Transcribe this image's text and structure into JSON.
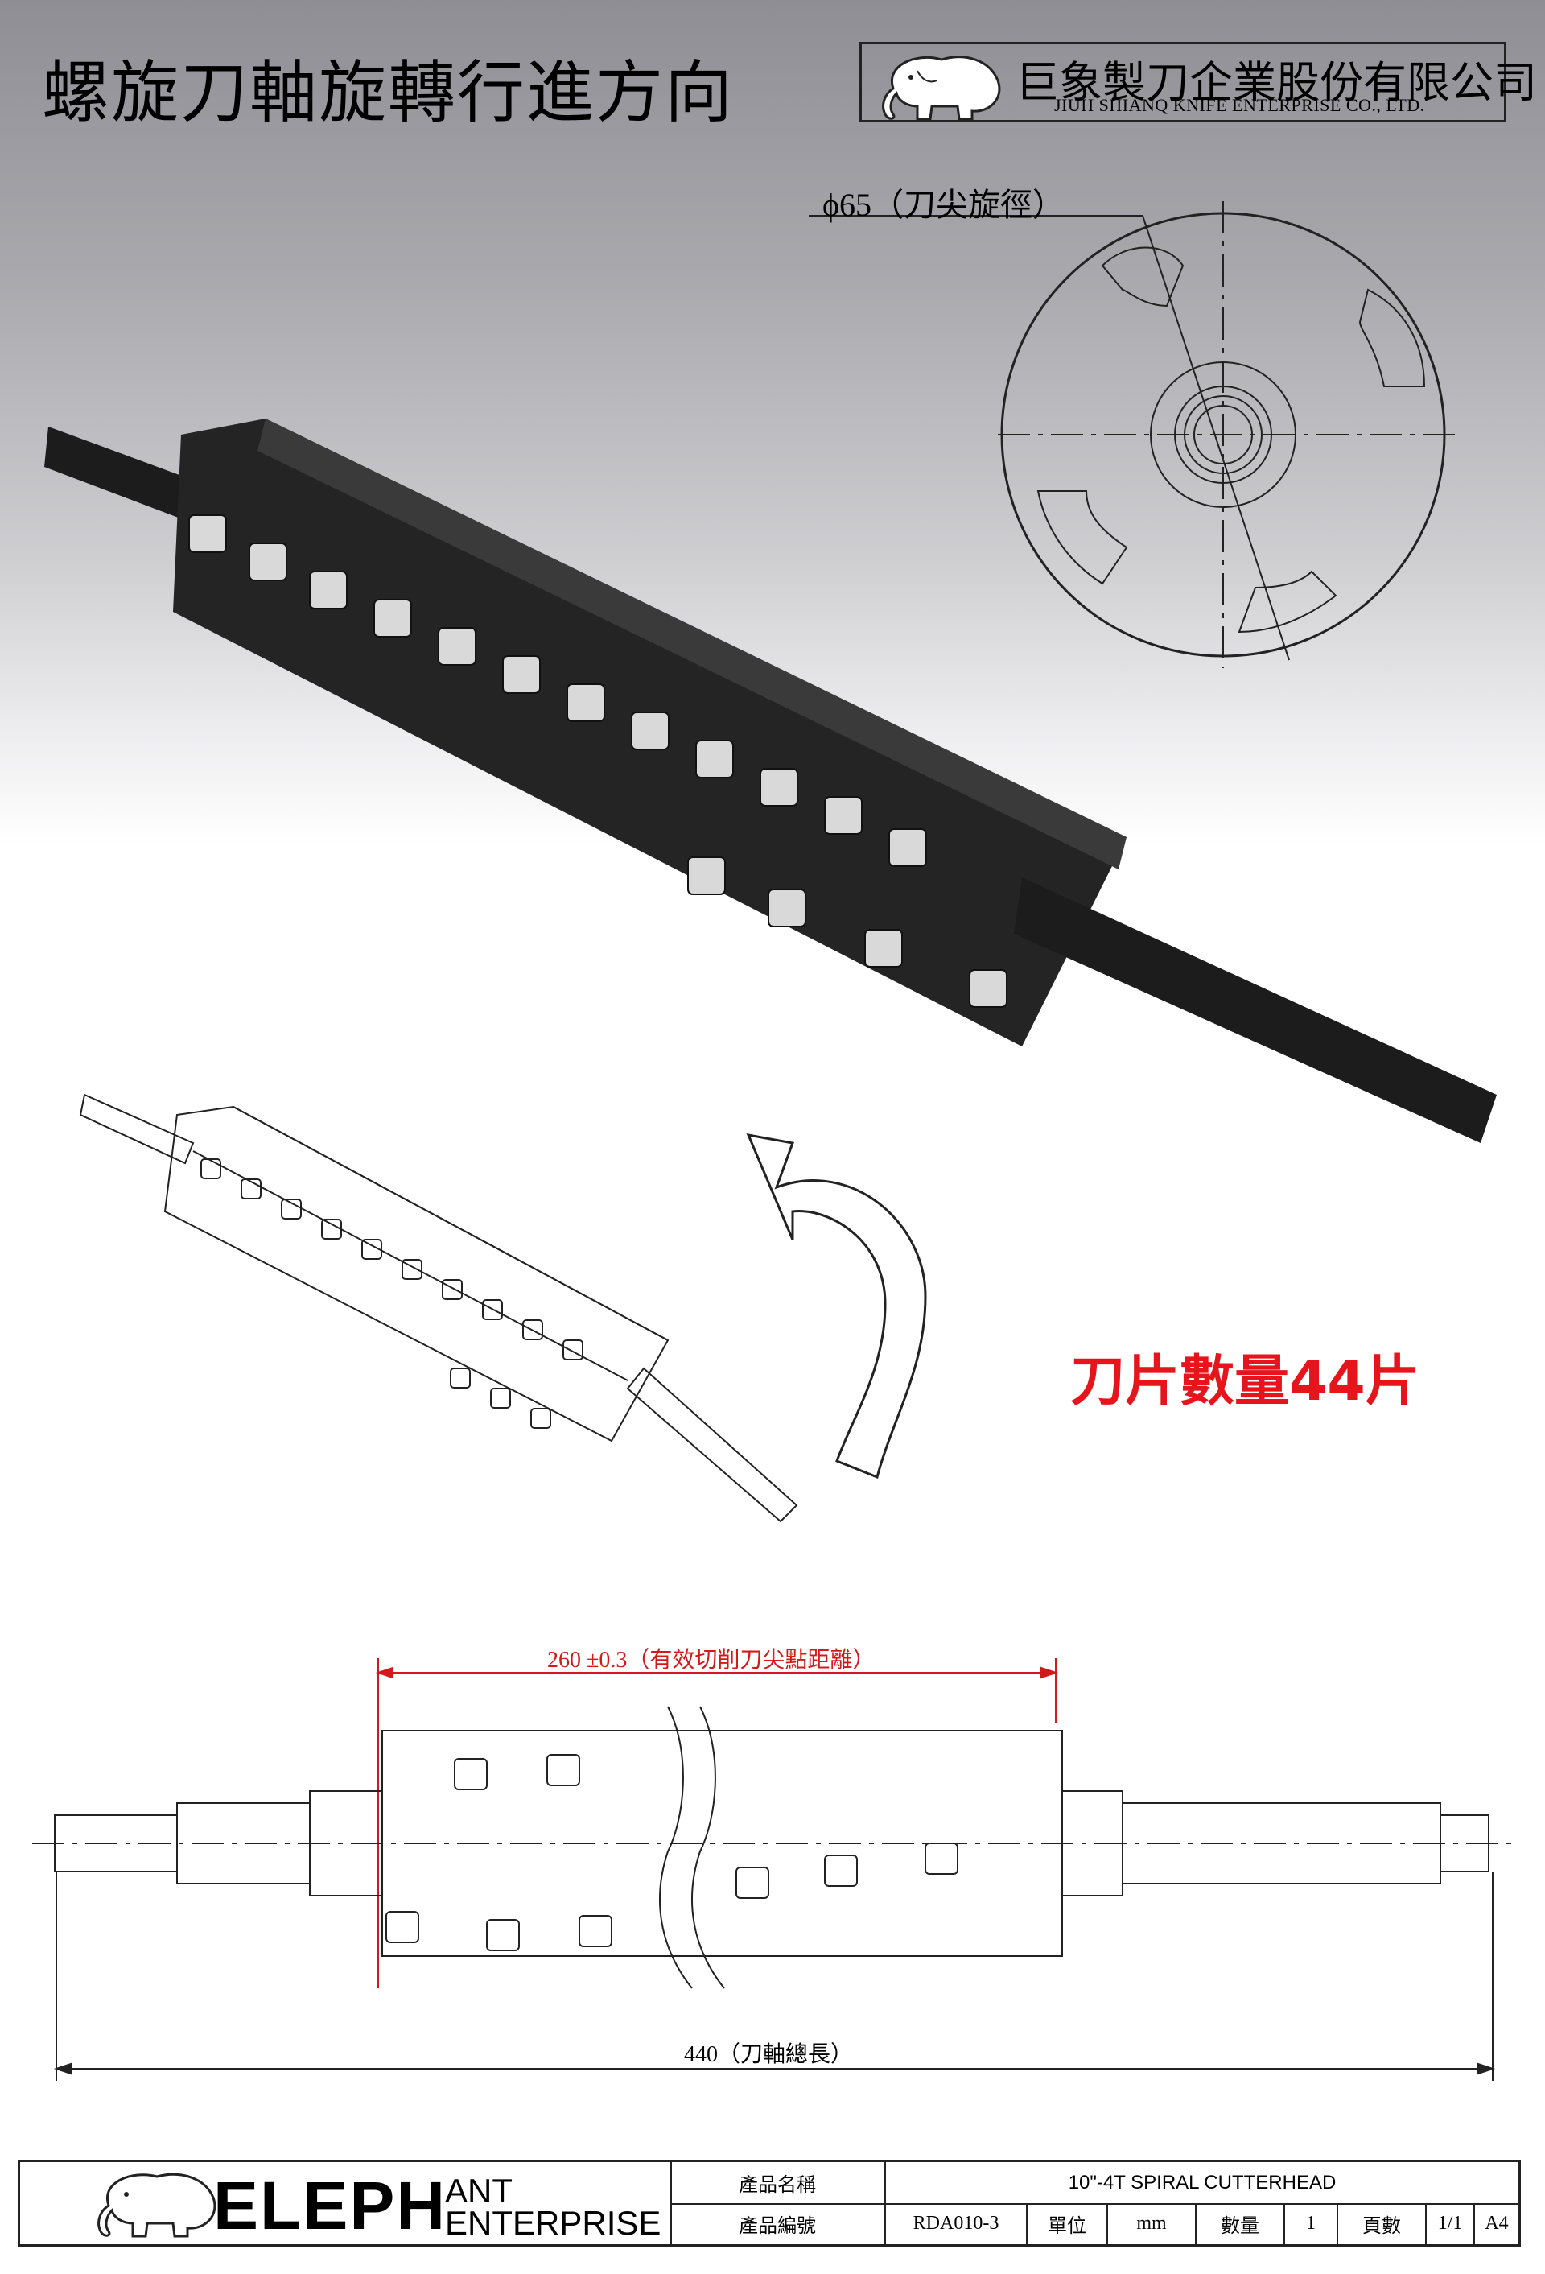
{
  "header": {
    "title": "螺旋刀軸旋轉行進方向",
    "company_cn": "巨象製刀企業股份有限公司",
    "company_en": "JIUH SHIANQ KNIFE ENTERPRISE CO., LTD."
  },
  "drawing": {
    "diameter_label": "ϕ65（刀尖旋徑）",
    "insert_count_label": "刀片數量44片",
    "effective_length_label": "260 ±0.3（有效切削刀尖點距離）",
    "total_length_label": "440（刀軸總長）"
  },
  "title_block": {
    "brand_main": "ELEPH",
    "brand_sub_top": "ANT",
    "brand_sub_bottom": "ENTERPRISE",
    "product_name_label": "產品名稱",
    "product_name_value": "10\"-4T SPIRAL CUTTERHEAD",
    "product_code_label": "產品編號",
    "product_code_value": "RDA010-3",
    "unit_label": "單位",
    "unit_value": "mm",
    "quantity_label": "數量",
    "quantity_value": "1",
    "page_label": "頁數",
    "page_value": "1/1",
    "size_value": "A4"
  },
  "colors": {
    "accent_red": "#e8141b",
    "dimension_red": "#d31a1a",
    "line_dark": "#222222"
  },
  "icons": [
    "elephant-logo-icon",
    "rotation-arrow-icon"
  ]
}
